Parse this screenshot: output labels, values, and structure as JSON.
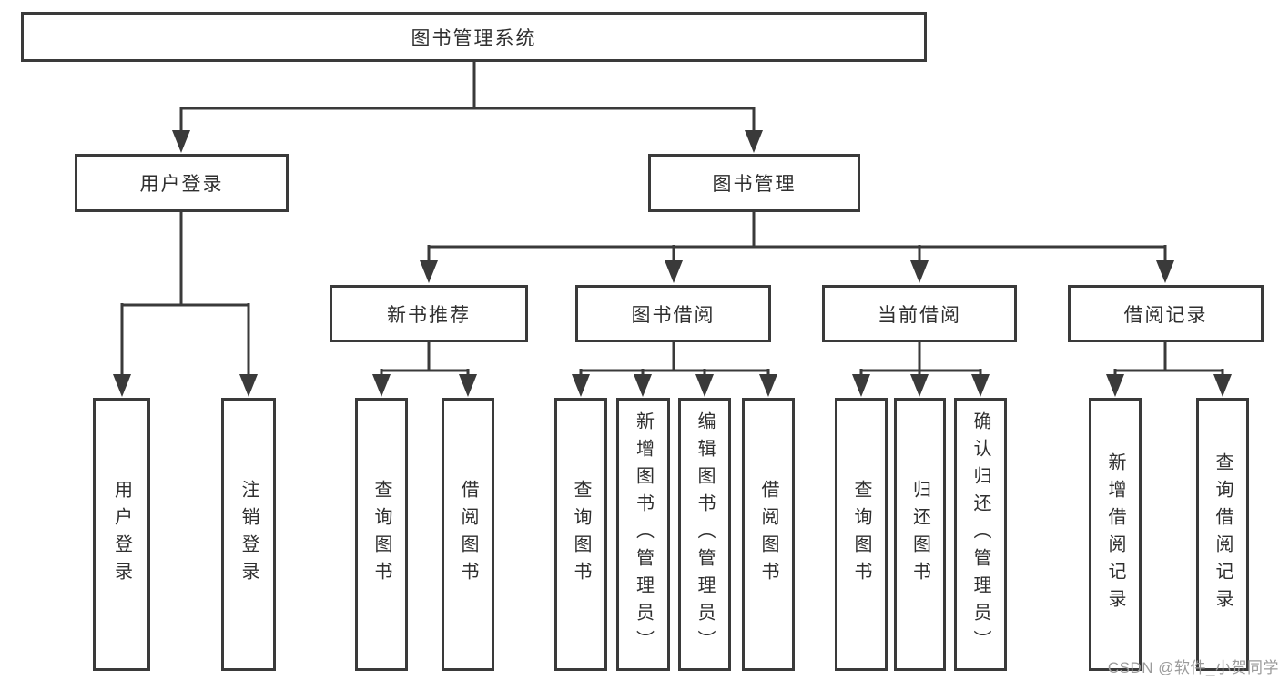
{
  "diagram": {
    "type": "tree",
    "root": {
      "label": "图书管理系统"
    },
    "branches": [
      {
        "label": "用户登录",
        "children": [
          {
            "label": "用户登录"
          },
          {
            "label": "注销登录"
          }
        ]
      },
      {
        "label": "图书管理",
        "children": [
          {
            "label": "新书推荐",
            "children": [
              {
                "label": "查询图书"
              },
              {
                "label": "借阅图书"
              }
            ]
          },
          {
            "label": "图书借阅",
            "children": [
              {
                "label": "查询图书"
              },
              {
                "label": "新增图书（管理员）"
              },
              {
                "label": "编辑图书（管理员）"
              },
              {
                "label": "借阅图书"
              }
            ]
          },
          {
            "label": "当前借阅",
            "children": [
              {
                "label": "查询图书"
              },
              {
                "label": "归还图书"
              },
              {
                "label": "确认归还（管理员）"
              }
            ]
          },
          {
            "label": "借阅记录",
            "children": [
              {
                "label": "新增借阅记录"
              },
              {
                "label": "查询借阅记录"
              }
            ]
          }
        ]
      }
    ],
    "colors": {
      "line": "#3a3a3a",
      "text": "#2f2f2f",
      "watermark": "#9b9b9b",
      "background": "#ffffff"
    },
    "watermark": {
      "text": "CSDN @软件_小贺同学"
    }
  }
}
